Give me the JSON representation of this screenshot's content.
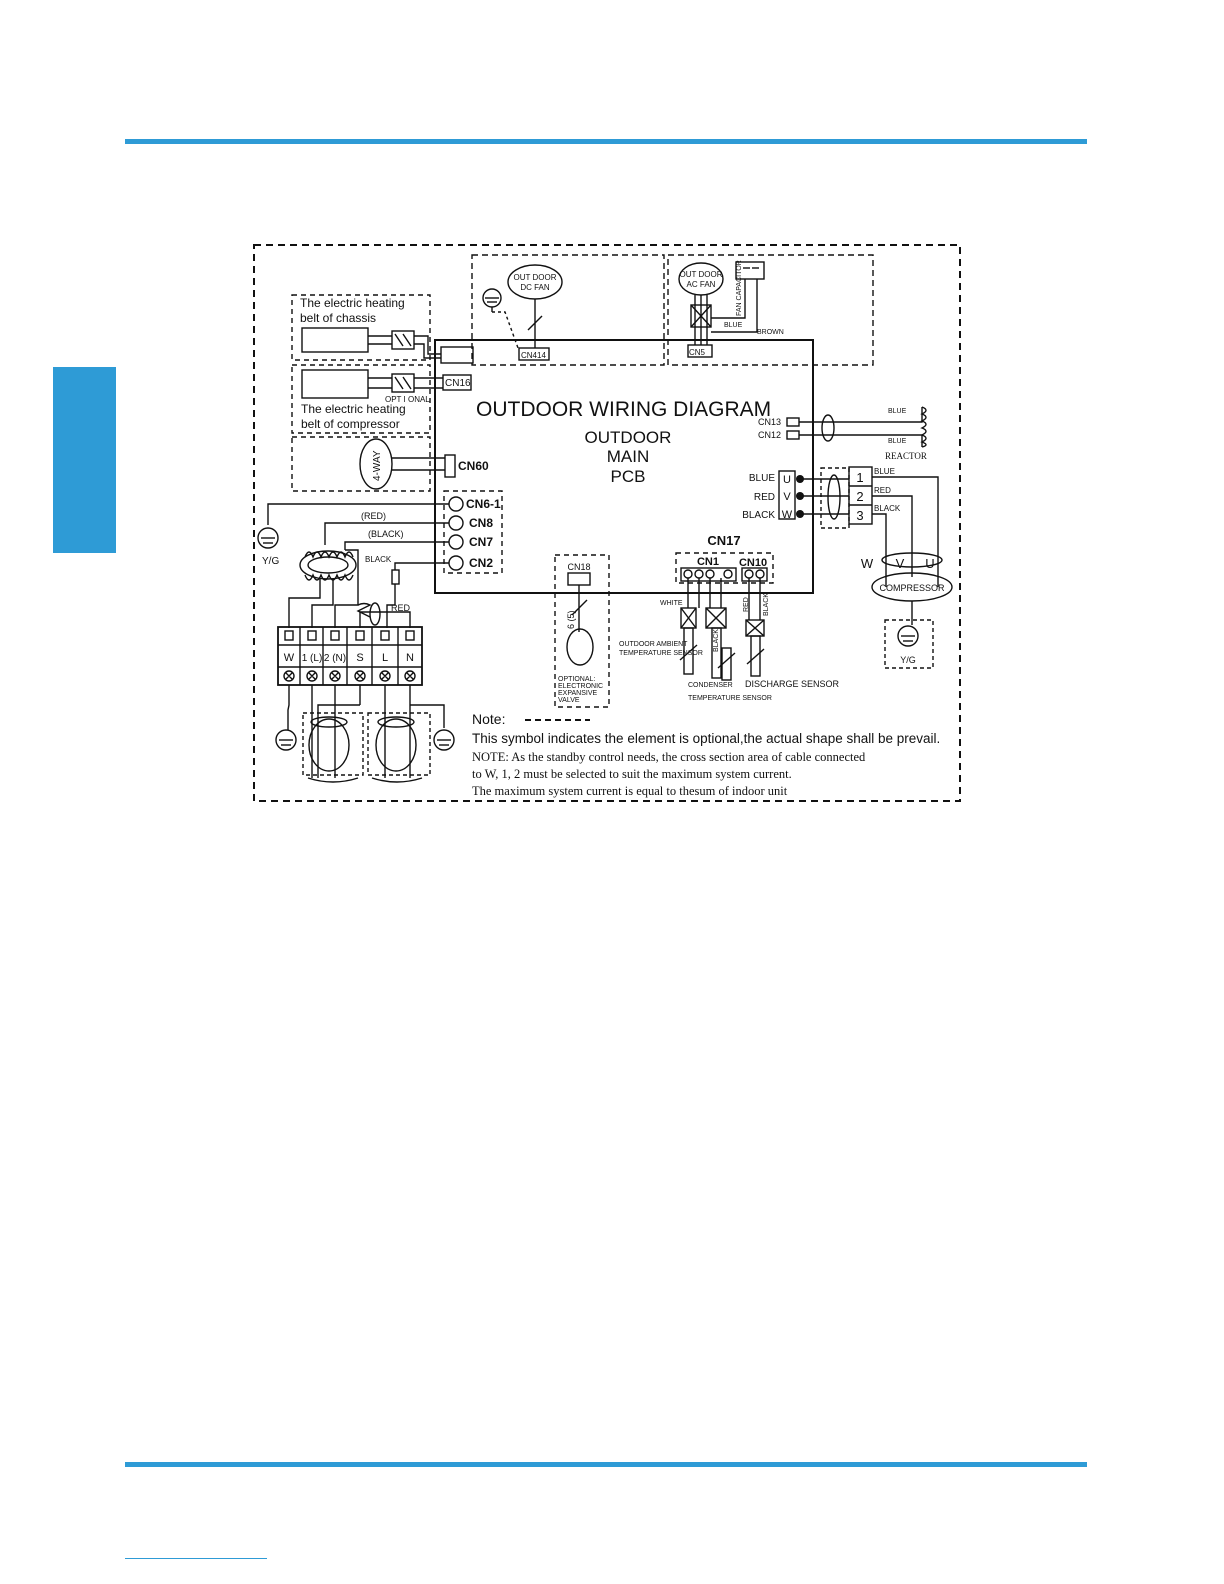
{
  "diagram": {
    "title": "OUTDOOR  WIRING  DIAGRAM",
    "pcb": [
      "OUTDOOR",
      "MAIN",
      "PCB"
    ],
    "heater_chassis": [
      "The electric heating",
      "belt of chassis"
    ],
    "heater_compressor": [
      "The electric heating",
      "belt of compressor"
    ],
    "optional_label": "OPT I ONAL",
    "dc_fan": [
      "OUT DOOR",
      "DC FAN"
    ],
    "ac_fan": [
      "OUT DOOR",
      "AC FAN"
    ],
    "fan_capacitor": "FAN CAPACITOR",
    "wire_blue": "BLUE",
    "wire_brown": "BROWN",
    "four_way": "4-WAY",
    "connectors": {
      "cn414": "CN414",
      "cn5": "CN5",
      "cn16": "CN16",
      "cn60": "CN60",
      "cn61": "CN6-1",
      "cn8": "CN8",
      "cn7": "CN7",
      "cn2": "CN2",
      "cn13": "CN13",
      "cn12": "CN12",
      "cn17": "CN17",
      "cn1": "CN1",
      "cn10": "CN10",
      "cn18": "CN18"
    },
    "reactor": "REACTOR",
    "reactor_wire_top": "BLUE",
    "reactor_wire_bottom": "BLUE",
    "phase_labels": [
      "BLUE",
      "RED",
      "BLACK"
    ],
    "phase_letters": [
      "U",
      "V",
      "W"
    ],
    "terminal_numbers": [
      "1",
      "2",
      "3"
    ],
    "terminal_wires": [
      "BLUE",
      "RED",
      "BLACK"
    ],
    "compressor": "COMPRESSOR",
    "compressor_phases": [
      "W",
      "V",
      "U"
    ],
    "yg": "Y/G",
    "wire_red_paren": "(RED)",
    "wire_black_paren": "(BLACK)",
    "wire_black": "BLACK",
    "wire_red": "RED",
    "terminals": [
      "W",
      "1 (L)",
      "2 (N)",
      "S",
      "L",
      "N"
    ],
    "eev_number": "6 (5)",
    "eev_optional": [
      "OPTIONAL:",
      "ELECTRONIC",
      "EXPANSIVE",
      "VALVE"
    ],
    "white": "WHITE",
    "cn10_red": "RED",
    "cn10_black": "BLACK",
    "black_small": "BLACK",
    "outdoor_sensor": [
      "OUTDOOR AMBIENT",
      "TEMPERATURE SENSOR"
    ],
    "condenser_sensor": [
      "CONDENSER",
      "TEMPERATURE SENSOR"
    ],
    "discharge_sensor": "DISCHARGE  SENSOR",
    "note_title": "Note:",
    "note_symbol": "This symbol indicates the element is  optional,the actual shape shall be prevail.",
    "note_lines": [
      "NOTE: As the standby control needs, the cross section area of cable connected",
      "to  W, 1, 2 must be selected to suit the maximum system current.",
      "The maximum system current is equal to thesum of indoor unit"
    ]
  }
}
